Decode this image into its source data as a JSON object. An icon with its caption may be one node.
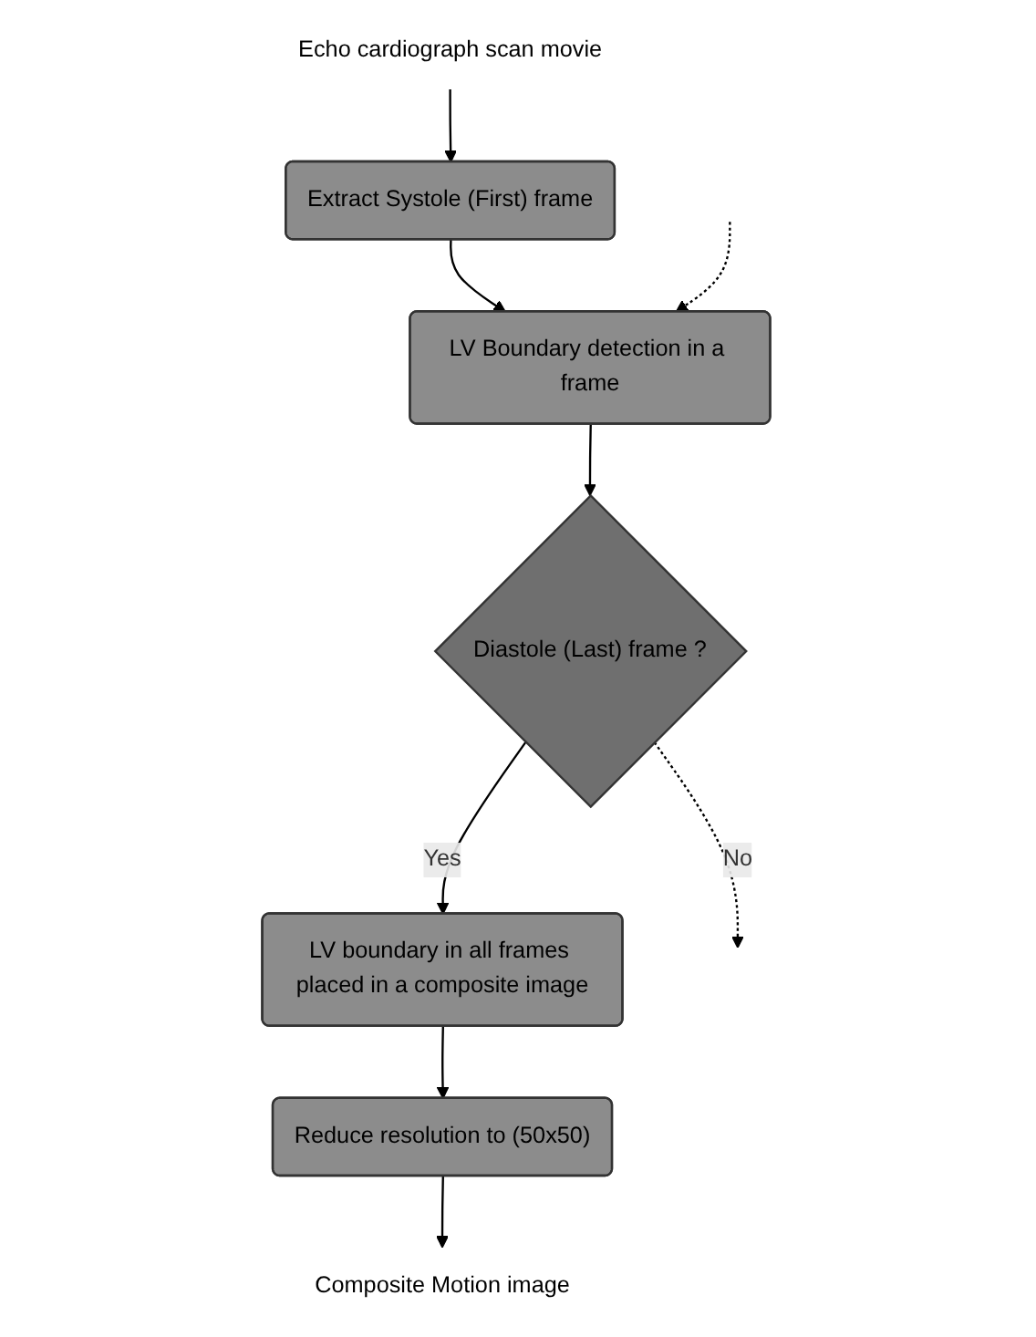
{
  "diagram": {
    "nodes": [
      {
        "text": [
          "Echo cardiograph scan movie"
        ]
      },
      {
        "text": [
          "Extract Systole (First) frame"
        ]
      },
      {
        "text": [
          "LV Boundary detection in a frame"
        ]
      },
      {
        "text": [
          "Diastole (Last) frame ?"
        ]
      },
      {
        "text": [
          "LV boundary in all frames placed in a composite image"
        ]
      },
      {
        "text": [
          "Reduce resolution to (50x50)"
        ]
      },
      {
        "text": [
          "Composite Motion image"
        ]
      }
    ],
    "edges": [
      {
        "from": 0,
        "to": 1,
        "arrow": "to"
      },
      {
        "from": 1,
        "to": 2,
        "arrow": "to"
      },
      {
        "from": 2,
        "to": 3,
        "arrow": "to"
      },
      {
        "from": 3,
        "to": 4,
        "arrow": "to",
        "label": "Yes"
      },
      {
        "from": 4,
        "to": 5,
        "arrow": "to"
      },
      {
        "from": 5,
        "to": 6,
        "arrow": "to"
      },
      {
        "from": 3,
        "to": null,
        "arrow": "to",
        "label": "No",
        "style": "dashed"
      },
      {
        "from": null,
        "to": 2,
        "arrow": "to",
        "style": "dashed"
      }
    ]
  }
}
